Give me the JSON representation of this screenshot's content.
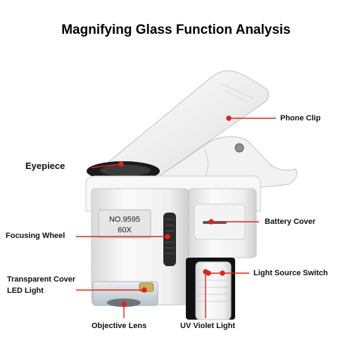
{
  "title": "Magnifying Glass Function Analysis",
  "labels": {
    "phone_clip": "Phone Clip",
    "eyepiece": "Eyepiece",
    "battery_cover": "Battery Cover",
    "focusing_wheel": "Focusing Wheel",
    "transparent_cover": "Transparent Cover",
    "light_source_switch": "Light Source Switch",
    "led_light": "LED Light",
    "objective_lens": "Objective Lens",
    "uv_violet_light": "UV Violet Light"
  },
  "device": {
    "model": "NO.9595",
    "magnification": "60X"
  },
  "colors": {
    "callout": "#e0241c",
    "body": "#f4f4f4",
    "outline": "#c9c9c9",
    "dark": "#1c1c1c"
  }
}
